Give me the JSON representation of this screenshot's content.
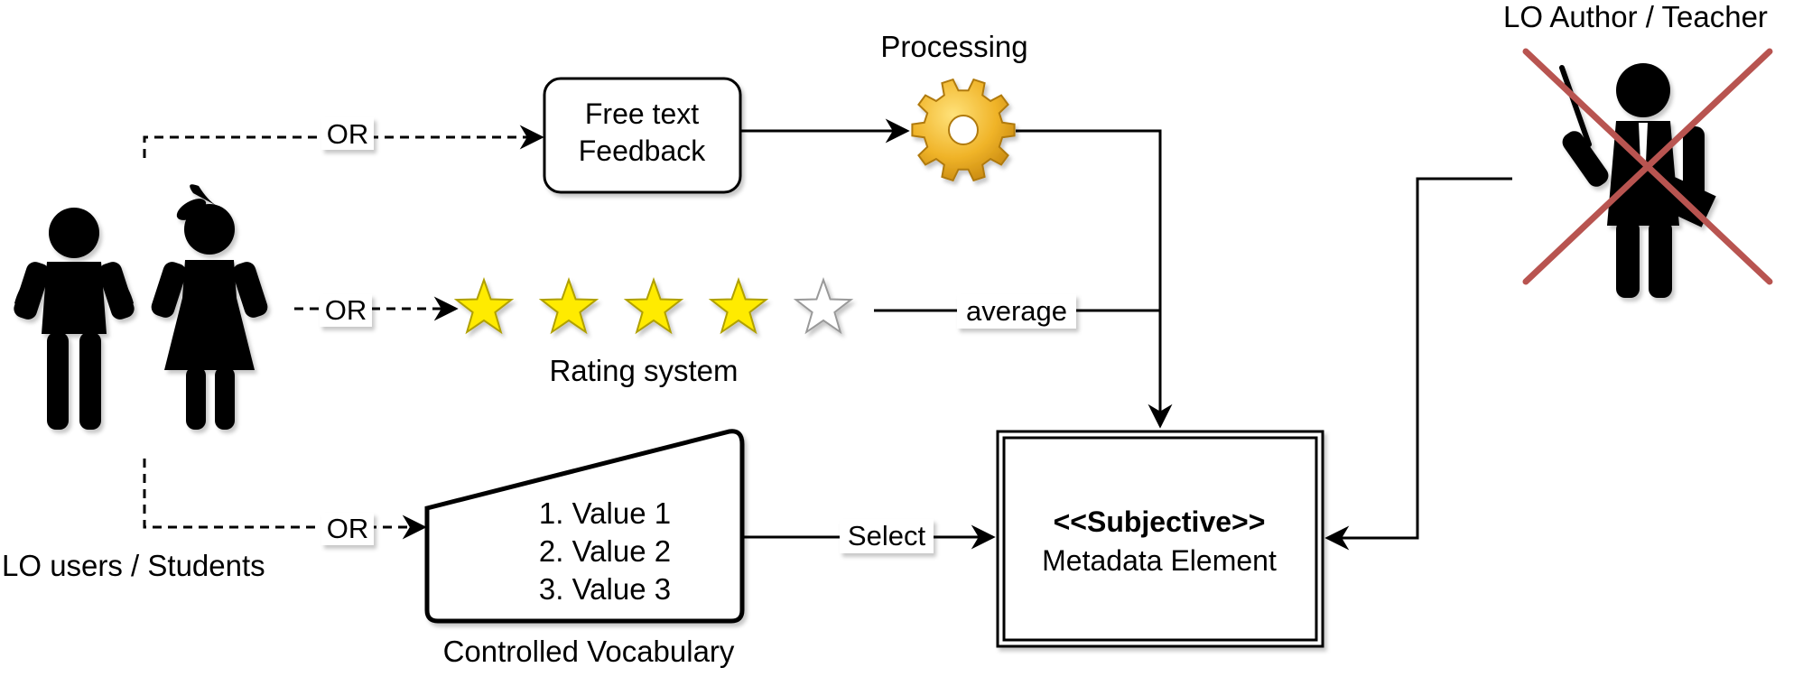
{
  "actors": {
    "students": {
      "label": "LO users / Students"
    },
    "teacher": {
      "label": "LO Author / Teacher"
    }
  },
  "nodes": {
    "free_text": {
      "line1": "Free text",
      "line2": "Feedback"
    },
    "processing": {
      "label": "Processing"
    },
    "rating": {
      "label": "Rating system",
      "filled_stars": 4,
      "total_stars": 5
    },
    "vocabulary": {
      "label": "Controlled Vocabulary",
      "items": [
        "1. Value 1",
        "2. Value 2",
        "3. Value 3"
      ]
    },
    "metadata": {
      "stereotype": "<<Subjective>>",
      "name": "Metadata Element"
    }
  },
  "edges": {
    "or_label": "OR",
    "average_label": "average",
    "select_label": "Select"
  },
  "colors": {
    "star_fill": "#ffeb00",
    "star_empty": "#ffffff",
    "cross": "#b85450",
    "gear": "#f0b429"
  },
  "icons": {
    "gear": "gear-icon",
    "student": "student-icon",
    "teacher": "teacher-icon",
    "cross": "cross-icon",
    "star": "star-icon"
  }
}
